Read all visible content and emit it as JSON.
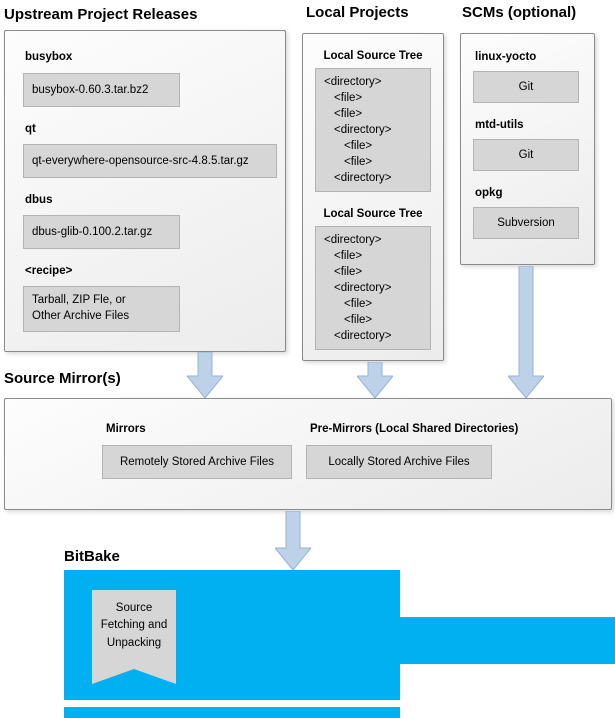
{
  "upstream": {
    "title": "Upstream Project Releases",
    "items": [
      {
        "label": "busybox",
        "box": "busybox-0.60.3.tar.bz2"
      },
      {
        "label": "qt",
        "box": "qt-everywhere-opensource-src-4.8.5.tar.gz"
      },
      {
        "label": "dbus",
        "box": "dbus-glib-0.100.2.tar.gz"
      },
      {
        "label": "<recipe>",
        "box": "Tarball, ZIP Fle, or\nOther Archive Files"
      }
    ]
  },
  "local_projects": {
    "title": "Local Projects",
    "trees": [
      {
        "label": "Local Source Tree",
        "lines": [
          "<directory>",
          "<file>",
          "<file>",
          "<directory>",
          "<file>",
          "<file>",
          "<directory>"
        ]
      },
      {
        "label": "Local Source Tree",
        "lines": [
          "<directory>",
          "<file>",
          "<file>",
          "<directory>",
          "<file>",
          "<file>",
          "<directory>"
        ]
      }
    ]
  },
  "scms": {
    "title": "SCMs (optional)",
    "items": [
      {
        "label": "linux-yocto",
        "box": "Git"
      },
      {
        "label": "mtd-utils",
        "box": "Git"
      },
      {
        "label": "opkg",
        "box": "Subversion"
      }
    ]
  },
  "source_mirrors": {
    "title": "Source Mirror(s)",
    "groups": [
      {
        "label": "Mirrors",
        "box": "Remotely Stored Archive Files"
      },
      {
        "label": "Pre-Mirrors (Local Shared Directories)",
        "box": "Locally Stored Archive Files"
      }
    ]
  },
  "bitbake": {
    "title": "BitBake",
    "box": "Source\nFetching and\nUnpacking"
  },
  "colors": {
    "bitbake_cyan": "#00b0f0",
    "arrow_fill": "#bdd1e8",
    "arrow_border": "#95b3d7",
    "gray_box": "#d6d6d6"
  }
}
